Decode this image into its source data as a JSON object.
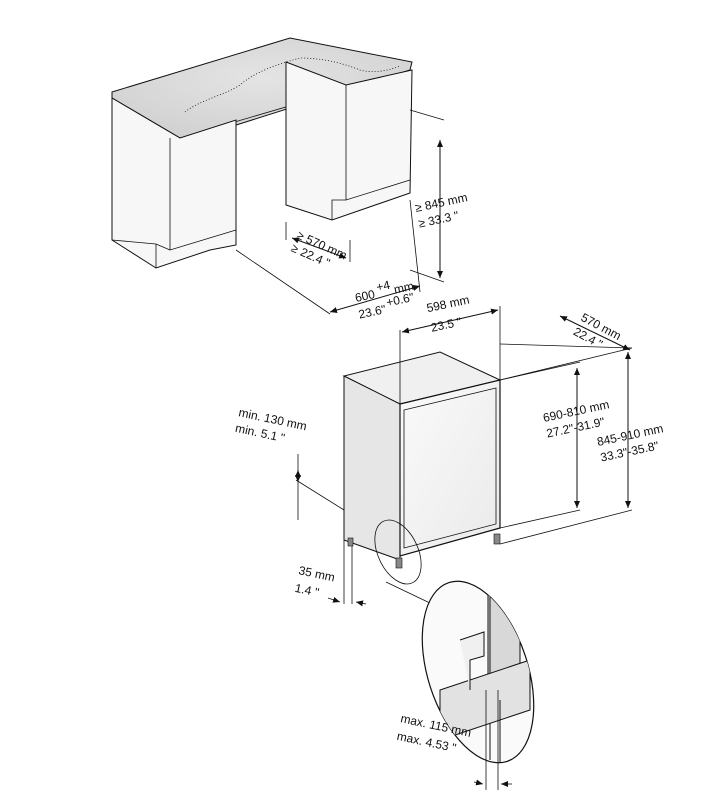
{
  "dimensions": {
    "niche_height": {
      "metric": "≥ 845 mm",
      "imperial": "≥ 33.3 \""
    },
    "niche_depth": {
      "metric": "≥ 570 mm",
      "imperial": "≥ 22.4 \""
    },
    "niche_width": {
      "metric": "600",
      "metric_tol": "+4",
      "metric_unit": "mm",
      "imperial": "23.6\"",
      "imperial_tol": "+0.6\""
    },
    "appliance_width": {
      "metric": "598 mm",
      "imperial": "23.5 \""
    },
    "appliance_depth": {
      "metric": "570 mm",
      "imperial": "22.4 \""
    },
    "door_height": {
      "metric": "690-810 mm",
      "imperial": "27.2\"-31.9\""
    },
    "total_height": {
      "metric": "845-910 mm",
      "imperial": "33.3\"-35.8\""
    },
    "plinth_height": {
      "metric": "min. 130 mm",
      "imperial": "min. 5.1 \""
    },
    "plinth_depth": {
      "metric": "35 mm",
      "imperial": "1.4 \""
    },
    "plinth_max": {
      "metric": "max. 115 mm",
      "imperial": "max. 4.53 \""
    }
  },
  "colors": {
    "countertop": "#d9d9d9",
    "cabinet": "#f7f7f7",
    "appliance_side": "#e6e6e6",
    "door": "#f2f2f2",
    "line": "#111111"
  }
}
